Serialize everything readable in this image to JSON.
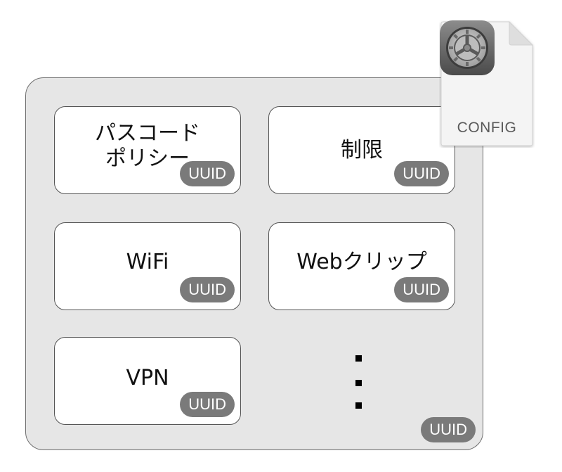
{
  "badge_text": "UUID",
  "payloads": [
    {
      "id": "passcode",
      "label": "パスコード\nポリシー"
    },
    {
      "id": "restrictions",
      "label": "制限"
    },
    {
      "id": "wifi",
      "label": "WiFi"
    },
    {
      "id": "webclip",
      "label": "Webクリップ"
    },
    {
      "id": "vpn",
      "label": "VPN"
    }
  ],
  "profile_badge": "UUID",
  "config_file": {
    "label": "CONFIG",
    "icon": "gear-icon"
  },
  "colors": {
    "container_bg": "#e6e6e6",
    "badge_bg": "#7a7a7a",
    "payload_bg": "#ffffff"
  }
}
